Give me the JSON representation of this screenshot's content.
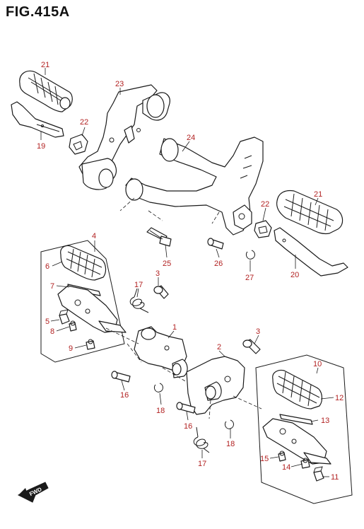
{
  "figure": {
    "title": "FIG.415A"
  },
  "callouts": [
    {
      "label": "21"
    },
    {
      "label": "19"
    },
    {
      "label": "22"
    },
    {
      "label": "23"
    },
    {
      "label": "24"
    },
    {
      "label": "22"
    },
    {
      "label": "21"
    },
    {
      "label": "25"
    },
    {
      "label": "26"
    },
    {
      "label": "27"
    },
    {
      "label": "20"
    },
    {
      "label": "4"
    },
    {
      "label": "6"
    },
    {
      "label": "7"
    },
    {
      "label": "5"
    },
    {
      "label": "8"
    },
    {
      "label": "9"
    },
    {
      "label": "3"
    },
    {
      "label": "17"
    },
    {
      "label": "1"
    },
    {
      "label": "16"
    },
    {
      "label": "18"
    },
    {
      "label": "3"
    },
    {
      "label": "2"
    },
    {
      "label": "16"
    },
    {
      "label": "18"
    },
    {
      "label": "17"
    },
    {
      "label": "10"
    },
    {
      "label": "12"
    },
    {
      "label": "13"
    },
    {
      "label": "15"
    },
    {
      "label": "14"
    },
    {
      "label": "11"
    }
  ],
  "fwd_label": "FWD",
  "colors": {
    "callout": "#b22222",
    "line": "#1a1a1a"
  }
}
